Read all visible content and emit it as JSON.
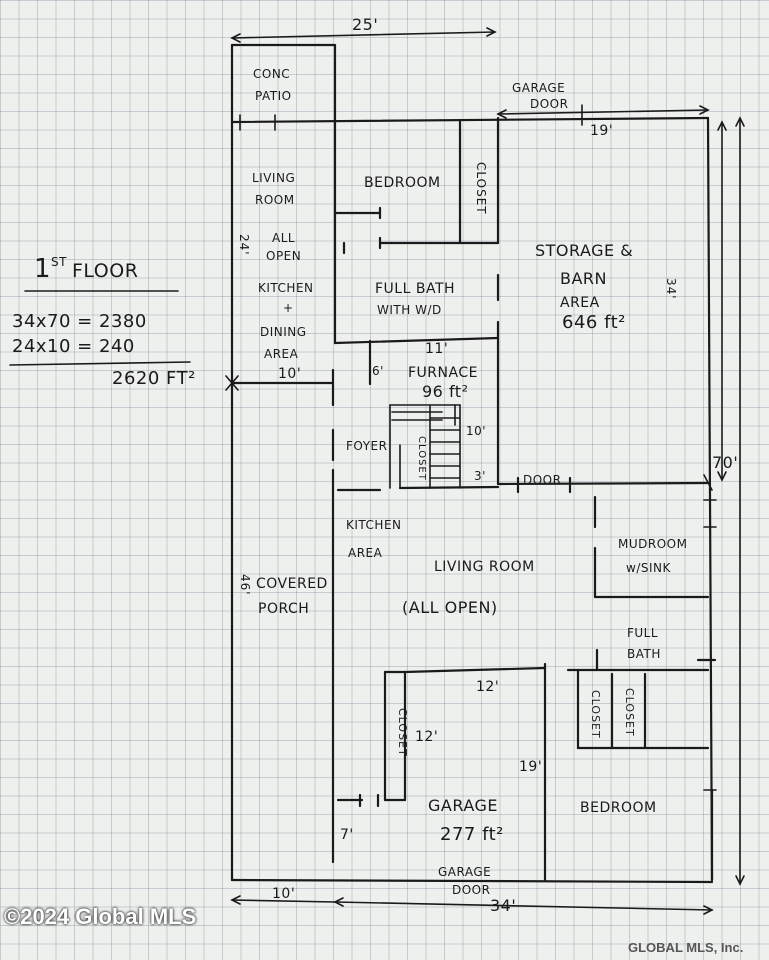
{
  "dimensions": {
    "top_width": "25'",
    "garage_door_width": "19'",
    "barn_depth": "34'",
    "total_depth": "70'",
    "porch_depth": "46'",
    "left_depth": "24'",
    "kitchen_dining_width": "10'",
    "bottom_left_width": "10'",
    "bottom_total_width": "34'",
    "furnace_width": "11'",
    "furnace_small": "6'",
    "stair_depth": "10'",
    "closet_gap": "3'",
    "garage_width": "12'",
    "garage_depth": "19'",
    "garage_closet": "12'",
    "porch_gap": "7'"
  },
  "rooms": {
    "conc_patio_1": "CONC",
    "conc_patio_2": "PATIO",
    "garage_door_top_1": "GARAGE",
    "garage_door_top_2": "DOOR",
    "living_room_top_1": "LIVING",
    "living_room_top_2": "ROOM",
    "bedroom_top": "BEDROOM",
    "closet_top": "CLOSET",
    "all_open_1": "ALL",
    "all_open_2": "OPEN",
    "kitchen_1": "KITCHEN",
    "kitchen_2": "+",
    "kitchen_3": "DINING",
    "kitchen_4": "AREA",
    "full_bath_1": "FULL BATH",
    "full_bath_2": "WITH W/D",
    "storage_1": "STORAGE &",
    "storage_2": "BARN",
    "storage_3": "AREA",
    "storage_area": "646 ft²",
    "furnace": "FURNACE",
    "furnace_area": "96 ft²",
    "foyer": "FOYER",
    "closet_foyer": "CLOSET",
    "door": "DOOR",
    "kitchen_area_1": "KITCHEN",
    "kitchen_area_2": "AREA",
    "living_room_main": "LIVING ROOM",
    "all_open_main": "(ALL OPEN)",
    "covered_porch_1": "COVERED",
    "covered_porch_2": "PORCH",
    "mudroom_1": "MUDROOM",
    "mudroom_2": "w/SINK",
    "full_bath_b_1": "FULL",
    "full_bath_b_2": "BATH",
    "closet_garage": "CLOSET",
    "closet_b1": "CLOSET",
    "closet_b2": "CLOSET",
    "garage": "GARAGE",
    "garage_area": "277 ft²",
    "bedroom_bottom": "BEDROOM",
    "garage_door_bottom_1": "GARAGE",
    "garage_door_bottom_2": "DOOR"
  },
  "summary": {
    "title_num": "1",
    "title_sup": "ST",
    "title_word": "FLOOR",
    "line1": "34x70 =  2380",
    "line2": "24x10 =     240",
    "total": "2620 FT²"
  },
  "watermark": {
    "copyright": "©2024 Global MLS",
    "brand": "GLOBAL MLS, Inc."
  }
}
